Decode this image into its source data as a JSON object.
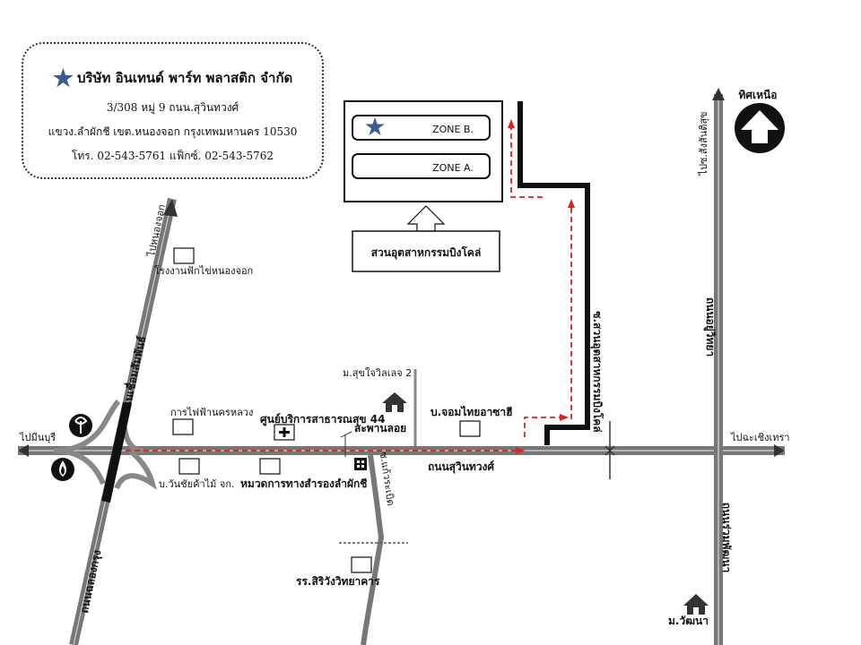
{
  "company": {
    "name": "บริษัท อินเทนด์ พาร์ท พลาสติก จำกัด",
    "address_line1": "3/308 หมู่ 9 ถนน.สุวินทวงศ์",
    "address_line2": "แขวง.ลำผักชี เขต.หนองจอก กรุงเทพมหานคร  10530",
    "contact": "โทร. 02-543-5761 แฟ็กซ์. 02-543-5762"
  },
  "zones": {
    "zone_b": "ZONE B.",
    "zone_a": "ZONE A."
  },
  "estate_label": "สวนอุตสาหกรรมบิงโคล่",
  "north_label": "ทิศเหนือ",
  "roads": {
    "suwinthawong": "ถนนสุวินทวงศ์",
    "chueam_samphan": "ถนนเชื่อมสัมพันธ์",
    "chalong_krung": "ถนนฉลองกรุง",
    "ruamphatthana": "ถนนร่วมพัฒนา",
    "ho_chi_minh": "ถนนอยู่วิทยา",
    "soi_estate": "ซ.สวนอุตสาหกรรมบิงโคล่",
    "soi_kaeo": "ซ.แก้วระเบิด"
  },
  "directions": {
    "to_minburi": "ไปมีนบุรี",
    "to_chachoengsao": "ไปฉะเชิงเทรา",
    "to_nong_chok": "ไปหนองจอก",
    "to_sam_khok": "ไปซ.สังสันติสุข"
  },
  "landmarks": {
    "slaughterhouse": "โรงงานฟักไข่หนองจอก",
    "electricity": "การไฟฟ้านครหลวง",
    "service_center": "ศูนย์บริการสาธารณสุข 44",
    "bridge": "สะพานลอย",
    "village_suk": "ม.สุขใจวิลเลจ 2",
    "jom_thai": "บ.จอมไทยอาซาฮี",
    "wanchai": "บ.วันชัยค้าไม้  จก.",
    "highway_dept": "หมวดการทางสำรองลำผักชี",
    "school": "รร.สิริวังวิทยาคาร",
    "village_watana": "ม.วัฒนา"
  },
  "colors": {
    "route": "#e02020",
    "star": "#3a5c96",
    "road": "#555555"
  }
}
